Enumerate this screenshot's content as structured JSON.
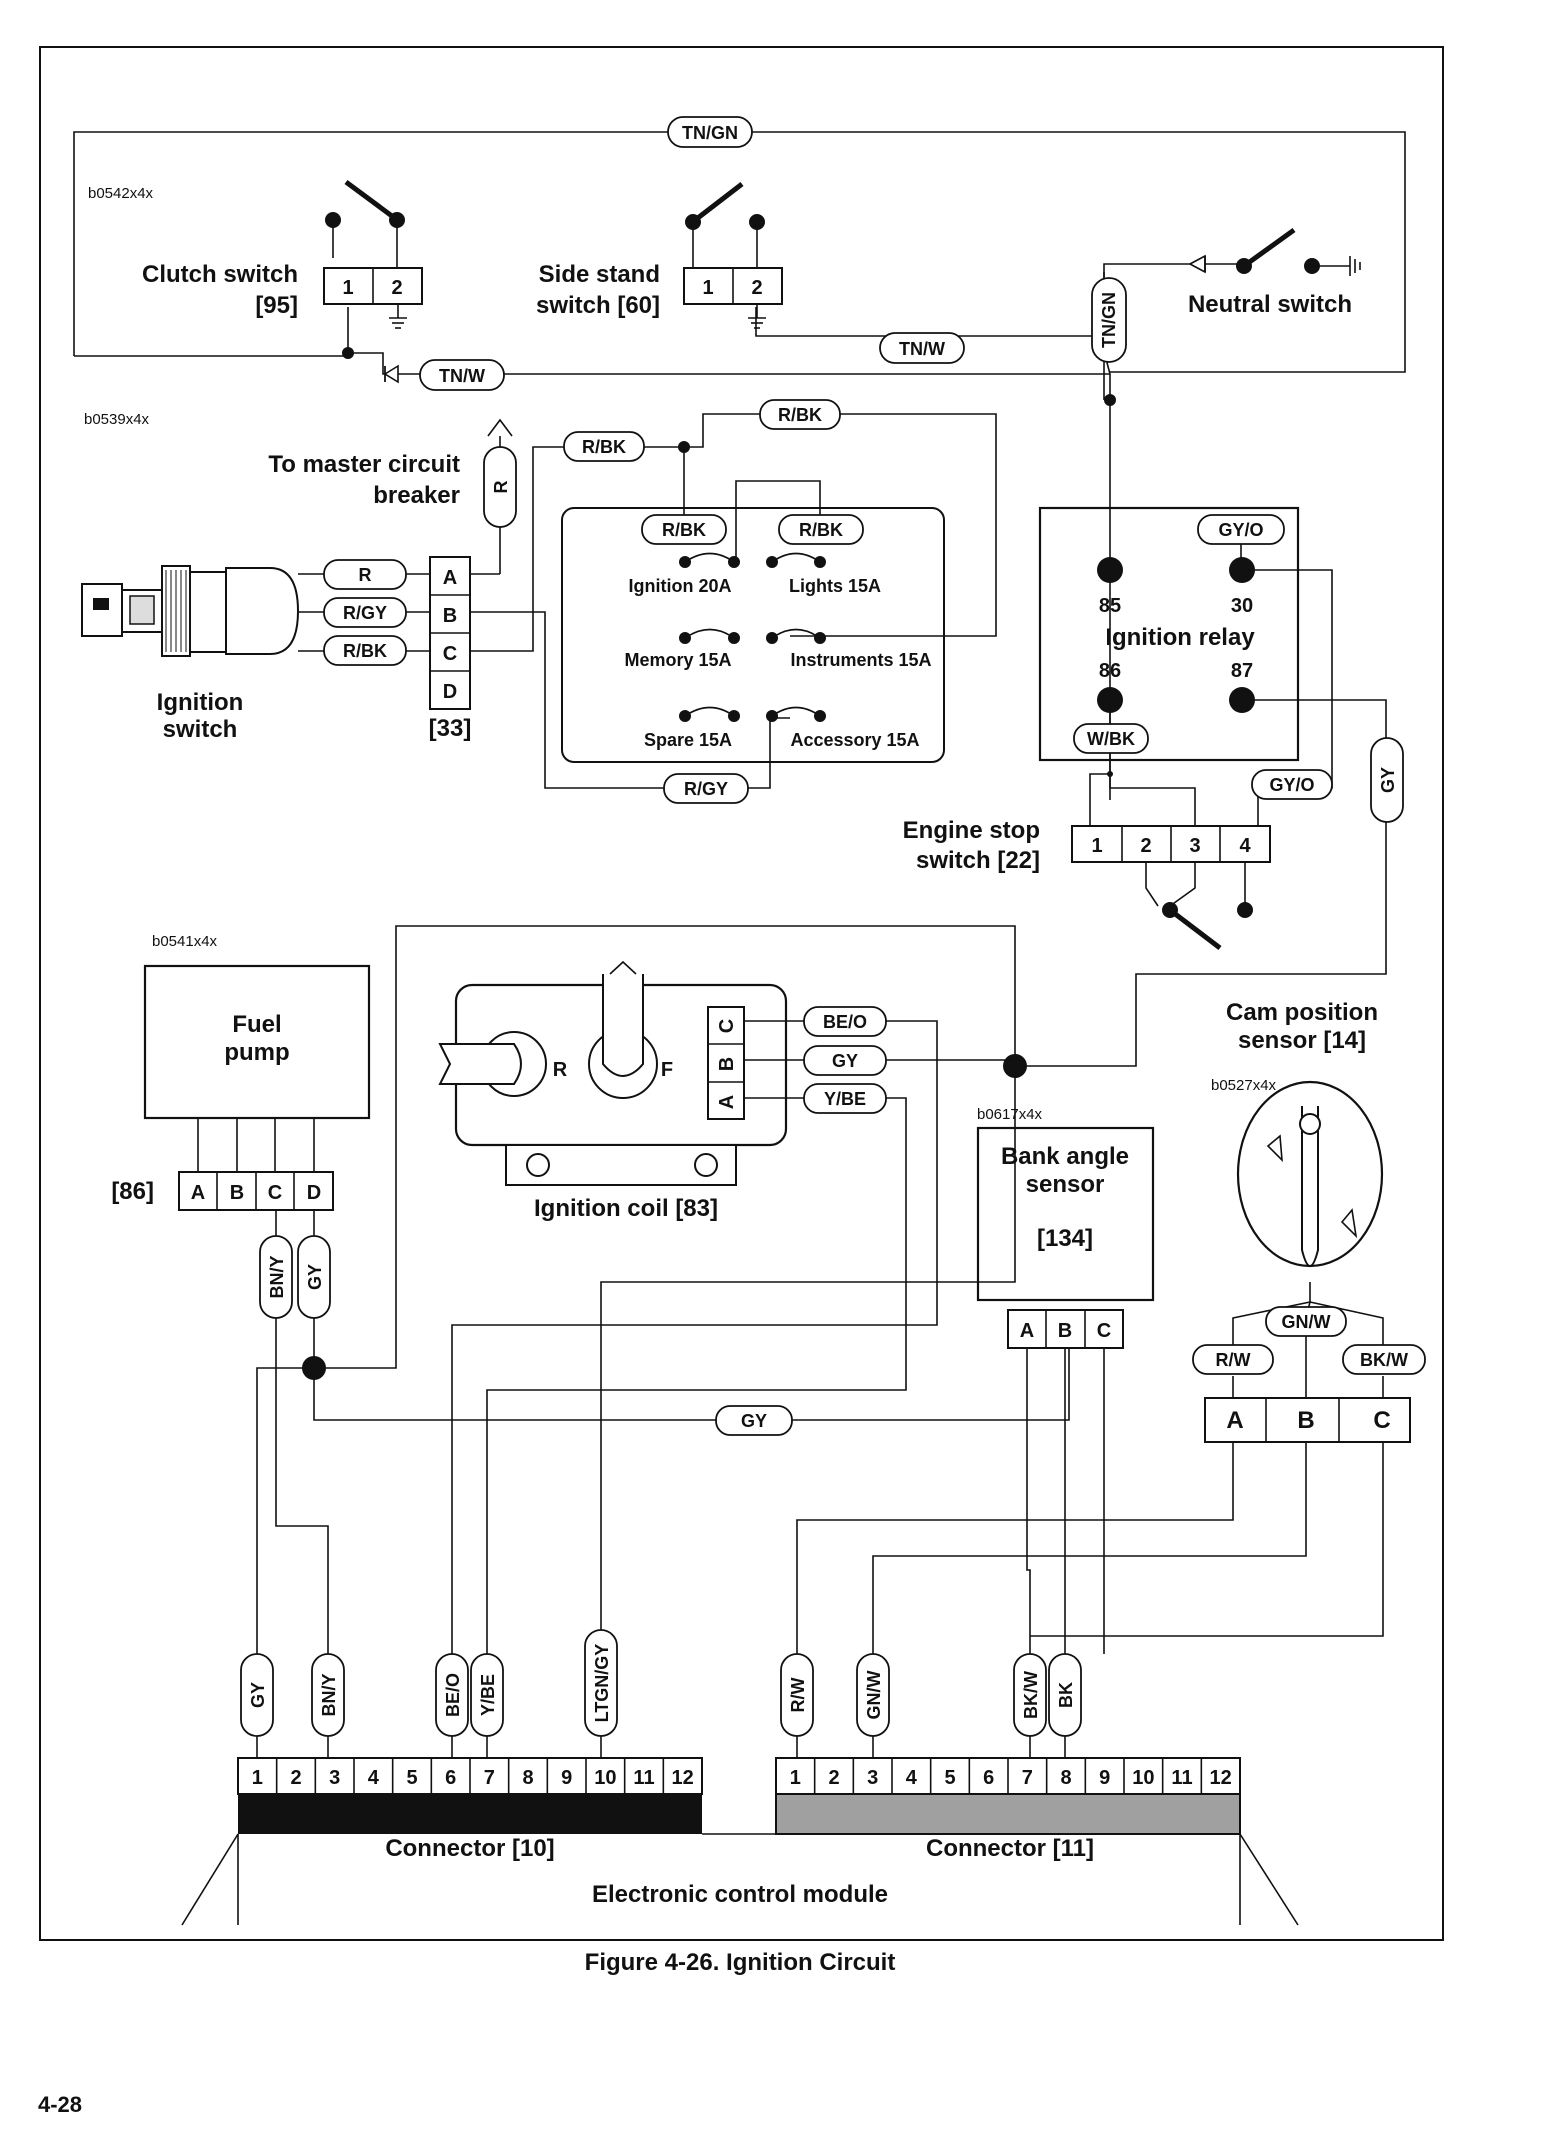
{
  "figure_caption": "Figure 4-26. Ignition Circuit",
  "page_number": "4-28",
  "image_codes": [
    "b0542x4x",
    "b0539x4x",
    "b0541x4x",
    "b0617x4x",
    "b0527x4x"
  ],
  "components": {
    "clutch_switch": {
      "label": "Clutch switch",
      "ref": "[95]",
      "pins": [
        "1",
        "2"
      ]
    },
    "side_stand_switch": {
      "label": "Side stand",
      "label2": "switch [60]",
      "pins": [
        "1",
        "2"
      ]
    },
    "neutral_switch": {
      "label": "Neutral switch"
    },
    "master_breaker": {
      "label": "To master circuit",
      "label2": "breaker"
    },
    "ignition_switch": {
      "label": "Ignition",
      "label2": "switch",
      "ref": "[33]",
      "pins": [
        "A",
        "B",
        "C",
        "D"
      ]
    },
    "fuse_block": {
      "fuses": [
        "Ignition 20A",
        "Lights 15A",
        "Memory 15A",
        "Instruments 15A",
        "Spare 15A",
        "Accessory 15A"
      ]
    },
    "ignition_relay": {
      "label": "Ignition relay",
      "pins": [
        "85",
        "30",
        "86",
        "87"
      ]
    },
    "engine_stop_switch": {
      "label": "Engine stop",
      "label2": "switch [22]",
      "pins": [
        "1",
        "2",
        "3",
        "4"
      ]
    },
    "fuel_pump": {
      "label": "Fuel",
      "label2": "pump",
      "ref": "[86]",
      "pins": [
        "A",
        "B",
        "C",
        "D"
      ]
    },
    "ignition_coil": {
      "label": "Ignition coil [83]",
      "pins": [
        "C",
        "B",
        "A"
      ],
      "terminal_r": "R",
      "terminal_f": "F"
    },
    "cam_sensor": {
      "label": "Cam position",
      "label2": "sensor [14]",
      "pins": [
        "A",
        "B",
        "C"
      ]
    },
    "bank_angle_sensor": {
      "label": "Bank angle",
      "label2": "sensor",
      "ref": "[134]",
      "pins": [
        "A",
        "B",
        "C"
      ]
    },
    "ecm": {
      "label": "Electronic control module",
      "connector_10": "Connector [10]",
      "connector_11": "Connector [11]",
      "pins": [
        "1",
        "2",
        "3",
        "4",
        "5",
        "6",
        "7",
        "8",
        "9",
        "10",
        "11",
        "12"
      ]
    }
  },
  "wires": {
    "tn_gn": "TN/GN",
    "tn_w": "TN/W",
    "r": "R",
    "r_gy": "R/GY",
    "r_bk": "R/BK",
    "gy_o": "GY/O",
    "w_bk": "W/BK",
    "gy": "GY",
    "be_o": "BE/O",
    "y_be": "Y/BE",
    "bn_y": "BN/Y",
    "ltgn_gy": "LTGN/GY",
    "r_w": "R/W",
    "gn_w": "GN/W",
    "bk_w": "BK/W",
    "bk": "BK"
  }
}
